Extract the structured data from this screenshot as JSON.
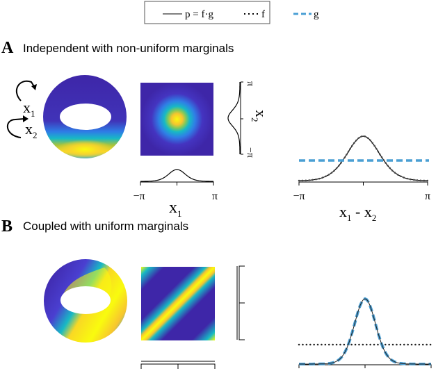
{
  "legend": {
    "items": [
      {
        "label": "p = f·g",
        "style": "solid",
        "color": "#000000"
      },
      {
        "label": "f",
        "style": "dotted",
        "color": "#000000"
      },
      {
        "label": "g",
        "style": "dashed",
        "color": "#4a9fd4"
      }
    ]
  },
  "panel_a": {
    "letter": "A",
    "title": "Independent with non-uniform marginals",
    "rotation_labels": {
      "x1": "x",
      "x1_sub": "1",
      "x2": "x",
      "x2_sub": "2"
    },
    "x2_axis": {
      "label": "x",
      "sub": "2",
      "top": "π",
      "bottom": "−π"
    },
    "x1_axis": {
      "label": "x",
      "sub": "1",
      "left": "−π",
      "right": "π"
    },
    "diff_axis": {
      "label": "x",
      "sub1": "1",
      "mid": " - x",
      "sub2": "2",
      "left": "−π",
      "right": "π"
    }
  },
  "panel_b": {
    "letter": "B",
    "title": "Coupled with uniform marginals"
  },
  "colors": {
    "parula_low": "#3e26a8",
    "parula_mid": "#17b9c5",
    "parula_high": "#f9fb0e",
    "g_dashed": "#4a9fd4"
  }
}
